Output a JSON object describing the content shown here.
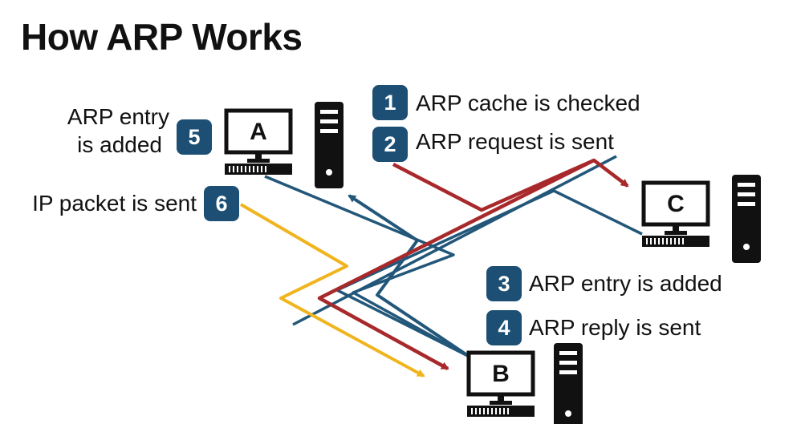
{
  "title": "How ARP Works",
  "nodes": [
    {
      "id": "A",
      "letter": "A"
    },
    {
      "id": "B",
      "letter": "B"
    },
    {
      "id": "C",
      "letter": "C"
    }
  ],
  "steps": [
    {
      "number": "1",
      "text": "ARP cache is checked"
    },
    {
      "number": "2",
      "text": "ARP request is sent"
    },
    {
      "number": "3",
      "text": "ARP entry is added"
    },
    {
      "number": "4",
      "text": "ARP reply is sent"
    },
    {
      "number": "5",
      "text_line1": "ARP entry",
      "text_line2": "is added"
    },
    {
      "number": "6",
      "text": "IP packet is sent"
    }
  ],
  "colors": {
    "badge": "#1c4f73",
    "network_line": "#22577a",
    "request_arrow": "#a8292b",
    "packet_arrow": "#f0b41e",
    "device": "#111111"
  },
  "icons": {
    "computer": "desktop-monitor-icon",
    "server": "tower-server-icon"
  }
}
